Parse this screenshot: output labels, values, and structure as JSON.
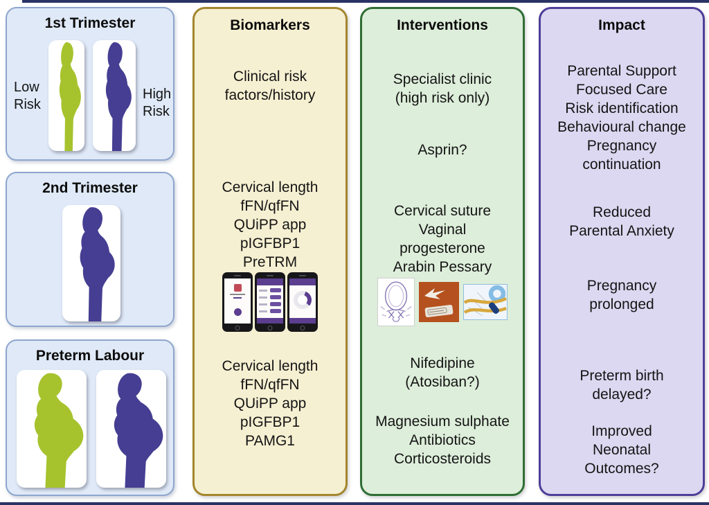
{
  "colors": {
    "low_risk_green": "#a6c32d",
    "high_risk_purple": "#453e92",
    "timeline_box_bg": "#dfe9f7",
    "timeline_box_border": "#8ea6cd",
    "biomarkers_bg": "#f6f0d2",
    "biomarkers_border": "#a3862e",
    "interventions_bg": "#ddeeda",
    "interventions_border": "#2f6e35",
    "impact_bg": "#dcd8f1",
    "impact_border": "#4e3e99",
    "edge_bar_navy": "#2a3364"
  },
  "timeline": {
    "first": {
      "title": "1st Trimester",
      "low_label": "Low\nRisk",
      "high_label": "High\nRisk"
    },
    "second": {
      "title": "2nd Trimester"
    },
    "preterm": {
      "title": "Preterm Labour"
    }
  },
  "biomarkers": {
    "title": "Biomarkers",
    "clinical": "Clinical risk\nfactors/history",
    "mid_list": "Cervical length\nfFN/qfFN\nQUiPP app\npIGFBP1\nPreTRM",
    "late_list": "Cervical length\nfFN/qfFN\nQUiPP app\npIGFBP1\nPAMG1",
    "phones_icon": "quipp-app-smartphone-screenshots"
  },
  "interventions": {
    "title": "Interventions",
    "clinic": "Specialist clinic\n(high risk only)",
    "aspirin": "Asprin?",
    "mid_list": "Cervical suture\nVaginal\nprogesterone\nArabin Pessary",
    "tocolytics": "Nifedipine\n(Atosiban?)",
    "acute_list": "Magnesium sulphate\nAntibiotics\nCorticosteroids",
    "images_icons": "cervical-suture-diagram, suture-tape-photo, arabin-pessary-photo"
  },
  "impact": {
    "title": "Impact",
    "early_list": "Parental Support\nFocused Care\nRisk identification\nBehavioural change\nPregnancy\ncontinuation",
    "anxiety": "Reduced\nParental Anxiety",
    "prolonged": "Pregnancy\nprolonged",
    "delayed": "Preterm birth\ndelayed?",
    "outcomes": "Improved\nNeonatal\nOutcomes?"
  }
}
